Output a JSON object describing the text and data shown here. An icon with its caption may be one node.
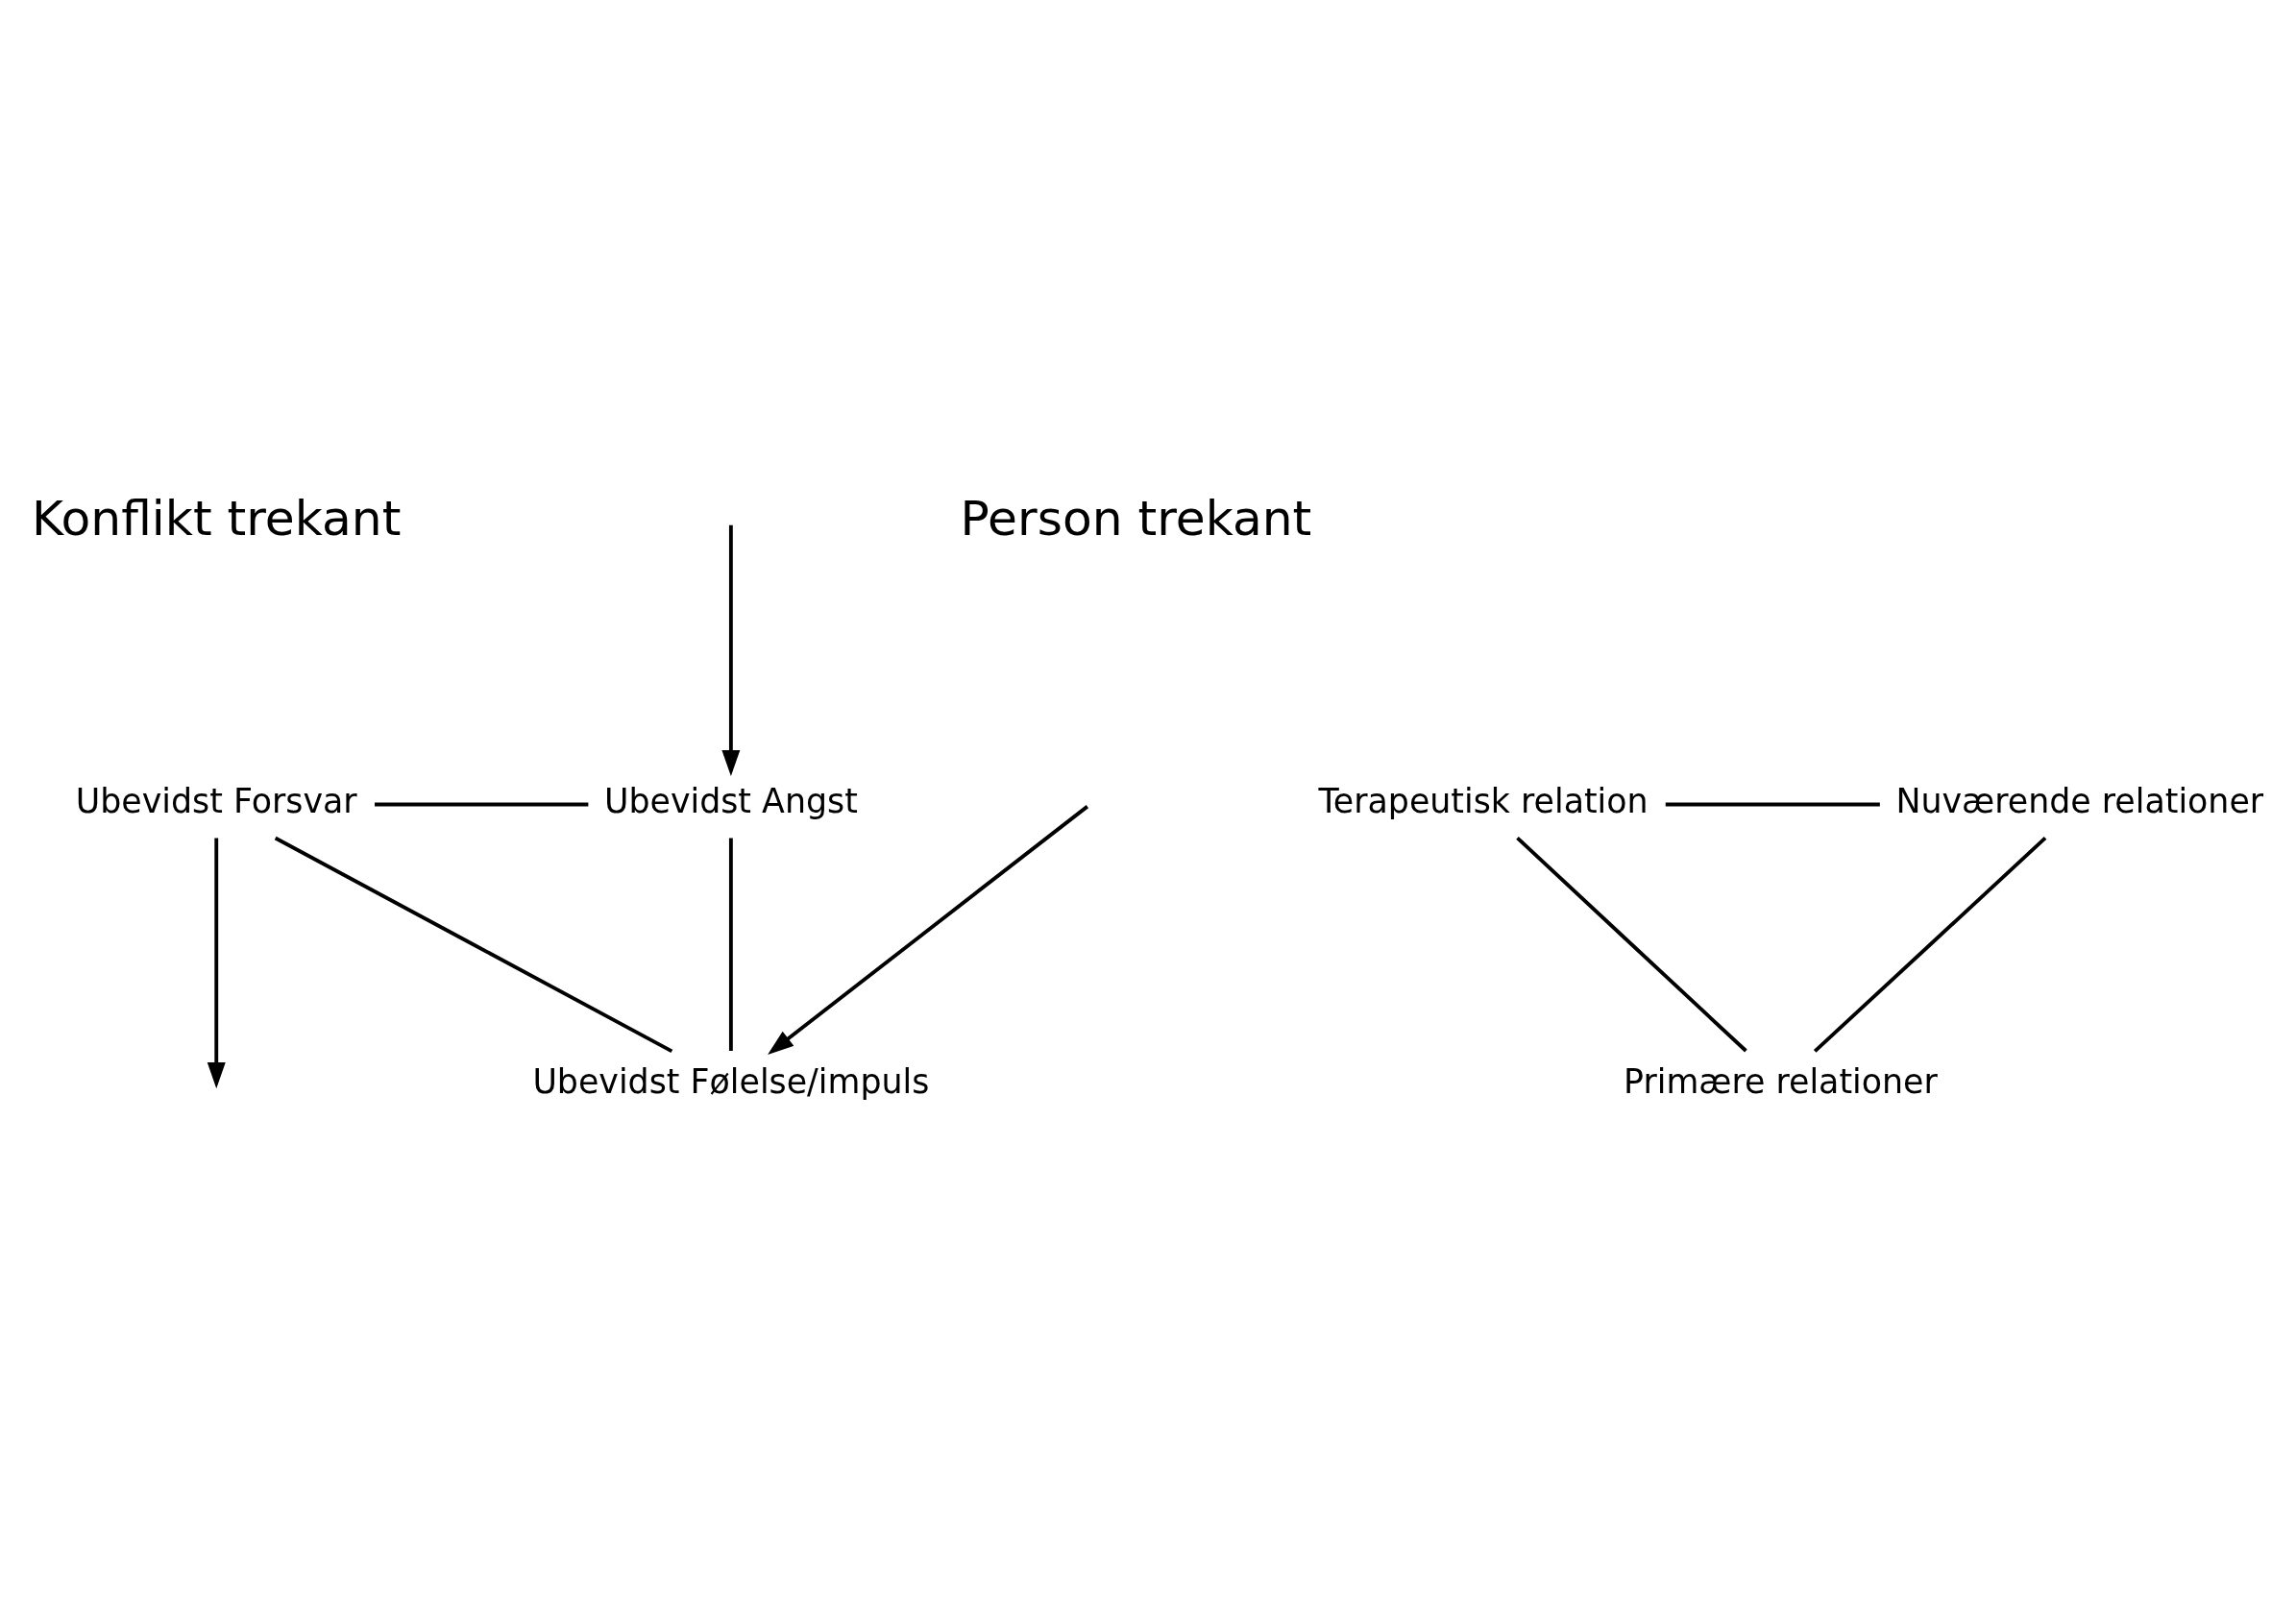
{
  "diagram": {
    "nodes": [
      {
        "text": [
          "Ubevidst Forsvar"
        ]
      },
      {
        "text": [
          "Ubevidst Angst"
        ]
      },
      {
        "text": [
          "Ubevidst Følelse/impuls"
        ]
      },
      {
        "text": [
          "Terapeutisk relation"
        ]
      },
      {
        "text": [
          "Nuværende relationer"
        ]
      },
      {
        "text": [
          "Primære relationer"
        ]
      }
    ],
    "edges": [
      {
        "from": 0,
        "to": 1,
        "arrow": "none"
      },
      {
        "from": 1,
        "to": 2,
        "arrow": "none"
      },
      {
        "from": 2,
        "to": 0,
        "arrow": "none"
      },
      {
        "from": 3,
        "to": 4,
        "arrow": "none"
      },
      {
        "from": 4,
        "to": 5,
        "arrow": "none"
      },
      {
        "from": 5,
        "to": 3,
        "arrow": "none"
      },
      {
        "from": 0,
        "to": null,
        "arrow": "to"
      },
      {
        "from": null,
        "to": 1,
        "arrow": "to"
      },
      {
        "from": null,
        "to": 2,
        "arrow": "to"
      }
    ],
    "labels": [
      "Konflikt trekant",
      "Person trekant"
    ]
  }
}
